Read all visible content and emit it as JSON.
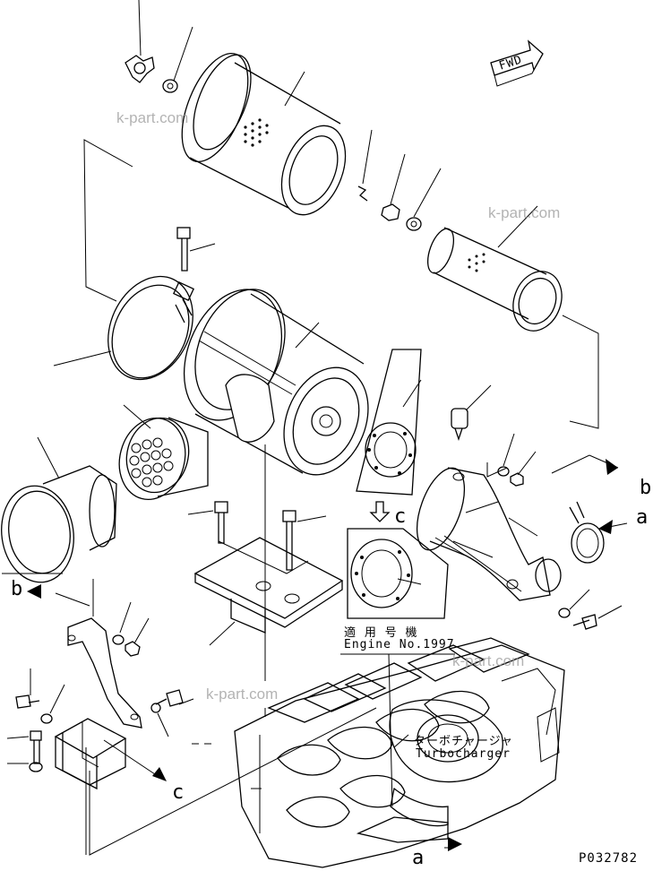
{
  "fwd_label": "FWD",
  "watermarks": [
    "k-part.com",
    "k-part.com",
    "k-part.com",
    "k-part.com"
  ],
  "letters": {
    "a1": "a",
    "a2": "a",
    "b1": "b",
    "b2": "b",
    "c1": "c",
    "c2": "c"
  },
  "applicable_jp": "適 用 号 機",
  "engine_no": "Engine No.1997",
  "turbo_jp": "ターボチャージャ",
  "turbo_en": "Turbocharger",
  "figure_id": "P032782"
}
